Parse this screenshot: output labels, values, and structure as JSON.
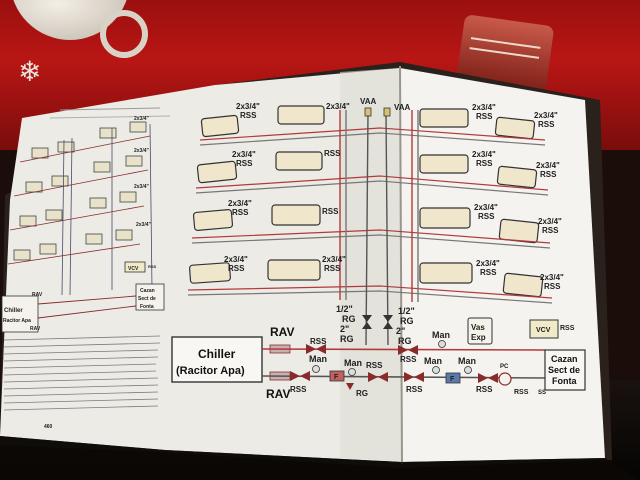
{
  "left_page": {
    "labels": {
      "dim_a": "2x3/4\"",
      "rss": "RSS",
      "vcv": "VCV",
      "rav": "RAV",
      "chiller": "Chiller",
      "racitor": "Racitor Apa",
      "cazan": "Cazan",
      "sect": "Sect de",
      "fonta": "Fonta",
      "page_number": "460"
    }
  },
  "right_page": {
    "radiator_label": "2x3/4\"",
    "rss": "RSS",
    "vaa": "VAA",
    "rg_1": "1/2\"",
    "rg_2": "2\"",
    "rg": "RG",
    "man": "Man",
    "vas": "Vas",
    "exp": "Exp",
    "vcv": "VCV",
    "rav": "RAV",
    "chiller": "Chiller",
    "racitor": "(Racitor Apa)",
    "f": "F",
    "pc": "PC",
    "ss": "SS",
    "cazan": "Cazan",
    "sect": "Sect de",
    "fonta": "Fonta"
  }
}
